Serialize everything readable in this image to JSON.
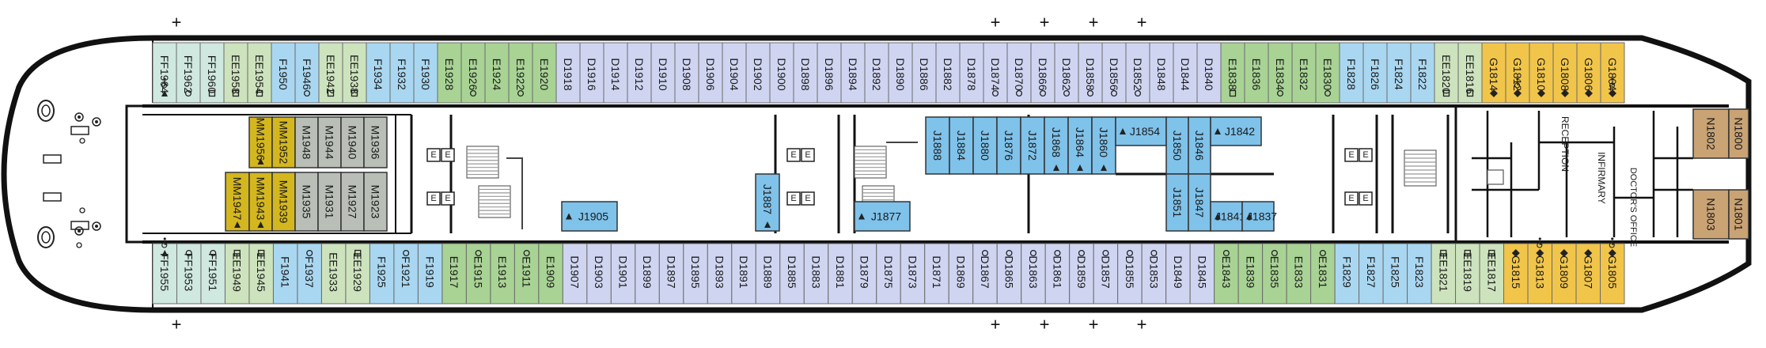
{
  "colors": {
    "hull": "#111111",
    "aqua": "#cfe8e0",
    "lightgreen": "#cde3bd",
    "green": "#a8d394",
    "lightblue": "#a9d7f1",
    "lavender": "#cfd5f1",
    "blue": "#7fc2ea",
    "gray": "#b9bfb7",
    "olive": "#d4b61f",
    "yellow": "#f1c54a",
    "tan": "#c9a374",
    "stair": "#bbbbbb"
  },
  "marker": "+",
  "top_row": [
    {
      "id": "FF1964",
      "c": "aqua",
      "ic": "tri+acc"
    },
    {
      "id": "FF1962",
      "c": "aqua",
      "ic": "circle"
    },
    {
      "id": "FF1960",
      "c": "aqua",
      "ic": "square"
    },
    {
      "id": "EE1958",
      "c": "lightgreen",
      "ic": "square"
    },
    {
      "id": "EE1954",
      "c": "lightgreen",
      "ic": "square"
    },
    {
      "id": "F1950",
      "c": "lightblue",
      "ic": ""
    },
    {
      "id": "F1946",
      "c": "lightblue",
      "ic": "circle"
    },
    {
      "id": "EE1942",
      "c": "lightgreen",
      "ic": "square"
    },
    {
      "id": "EE1938",
      "c": "lightgreen",
      "ic": "square"
    },
    {
      "id": "F1934",
      "c": "lightblue",
      "ic": ""
    },
    {
      "id": "F1932",
      "c": "lightblue",
      "ic": ""
    },
    {
      "id": "F1930",
      "c": "lightblue",
      "ic": ""
    },
    {
      "id": "E1928",
      "c": "green",
      "ic": ""
    },
    {
      "id": "E1926",
      "c": "green",
      "ic": "circle"
    },
    {
      "id": "E1924",
      "c": "green",
      "ic": ""
    },
    {
      "id": "E1922",
      "c": "green",
      "ic": "circle"
    },
    {
      "id": "E1920",
      "c": "green",
      "ic": ""
    },
    {
      "id": "D1918",
      "c": "lavender",
      "ic": ""
    },
    {
      "id": "D1916",
      "c": "lavender",
      "ic": ""
    },
    {
      "id": "D1914",
      "c": "lavender",
      "ic": ""
    },
    {
      "id": "D1912",
      "c": "lavender",
      "ic": ""
    },
    {
      "id": "D1910",
      "c": "lavender",
      "ic": ""
    },
    {
      "id": "D1908",
      "c": "lavender",
      "ic": ""
    },
    {
      "id": "D1906",
      "c": "lavender",
      "ic": ""
    },
    {
      "id": "D1904",
      "c": "lavender",
      "ic": ""
    },
    {
      "id": "D1902",
      "c": "lavender",
      "ic": ""
    },
    {
      "id": "D1900",
      "c": "lavender",
      "ic": ""
    },
    {
      "id": "D1898",
      "c": "lavender",
      "ic": ""
    },
    {
      "id": "D1896",
      "c": "lavender",
      "ic": ""
    },
    {
      "id": "D1894",
      "c": "lavender",
      "ic": ""
    },
    {
      "id": "D1892",
      "c": "lavender",
      "ic": ""
    },
    {
      "id": "D1890",
      "c": "lavender",
      "ic": ""
    },
    {
      "id": "D1886",
      "c": "lavender",
      "ic": ""
    },
    {
      "id": "D1882",
      "c": "lavender",
      "ic": ""
    },
    {
      "id": "D1878",
      "c": "lavender",
      "ic": ""
    },
    {
      "id": "D1874",
      "c": "lavender",
      "ic": "circle"
    },
    {
      "id": "D1870",
      "c": "lavender",
      "ic": "circle"
    },
    {
      "id": "D1866",
      "c": "lavender",
      "ic": "circle"
    },
    {
      "id": "D1862",
      "c": "lavender",
      "ic": "circle"
    },
    {
      "id": "D1858",
      "c": "lavender",
      "ic": "circle"
    },
    {
      "id": "D1856",
      "c": "lavender",
      "ic": "circle"
    },
    {
      "id": "D1852",
      "c": "lavender",
      "ic": "circle"
    },
    {
      "id": "D1848",
      "c": "lavender",
      "ic": ""
    },
    {
      "id": "D1844",
      "c": "lavender",
      "ic": ""
    },
    {
      "id": "D1840",
      "c": "lavender",
      "ic": ""
    },
    {
      "id": "E1838",
      "c": "green",
      "ic": "square"
    },
    {
      "id": "E1836",
      "c": "green",
      "ic": ""
    },
    {
      "id": "E1834",
      "c": "green",
      "ic": "circle"
    },
    {
      "id": "E1832",
      "c": "green",
      "ic": ""
    },
    {
      "id": "E1830",
      "c": "green",
      "ic": "circle"
    },
    {
      "id": "F1828",
      "c": "lightblue",
      "ic": ""
    },
    {
      "id": "F1826",
      "c": "lightblue",
      "ic": ""
    },
    {
      "id": "F1824",
      "c": "lightblue",
      "ic": ""
    },
    {
      "id": "F1822",
      "c": "lightblue",
      "ic": ""
    },
    {
      "id": "EE1820",
      "c": "lightgreen",
      "ic": "square"
    },
    {
      "id": "EE1816",
      "c": "lightgreen",
      "ic": "square"
    },
    {
      "id": "G1814",
      "c": "yellow",
      "ic": "diamond"
    },
    {
      "id": "G1812",
      "c": "yellow",
      "ic": "diamond+acc"
    },
    {
      "id": "G1810",
      "c": "yellow",
      "ic": "diamond"
    },
    {
      "id": "G1808",
      "c": "yellow",
      "ic": "diamond"
    },
    {
      "id": "G1806",
      "c": "yellow",
      "ic": "diamond"
    },
    {
      "id": "G1804",
      "c": "yellow",
      "ic": "diamond+acc"
    }
  ],
  "bottom_row": [
    {
      "id": "FF1955",
      "c": "aqua",
      "ic": "tri+acc"
    },
    {
      "id": "FF1953",
      "c": "aqua",
      "ic": "circle"
    },
    {
      "id": "FF1951",
      "c": "aqua",
      "ic": "circle"
    },
    {
      "id": "EE1949",
      "c": "lightgreen",
      "ic": "square"
    },
    {
      "id": "EE1945",
      "c": "lightgreen",
      "ic": "square"
    },
    {
      "id": "F1941",
      "c": "lightblue",
      "ic": ""
    },
    {
      "id": "F1937",
      "c": "lightblue",
      "ic": "circle"
    },
    {
      "id": "EE1933",
      "c": "lightgreen",
      "ic": ""
    },
    {
      "id": "EE1929",
      "c": "lightgreen",
      "ic": "square"
    },
    {
      "id": "F1925",
      "c": "lightblue",
      "ic": ""
    },
    {
      "id": "F1921",
      "c": "lightblue",
      "ic": "circle"
    },
    {
      "id": "F1919",
      "c": "lightblue",
      "ic": ""
    },
    {
      "id": "E1917",
      "c": "green",
      "ic": ""
    },
    {
      "id": "E1915",
      "c": "green",
      "ic": "circle"
    },
    {
      "id": "E1913",
      "c": "green",
      "ic": ""
    },
    {
      "id": "E1911",
      "c": "green",
      "ic": "circle"
    },
    {
      "id": "E1909",
      "c": "green",
      "ic": ""
    },
    {
      "id": "D1907",
      "c": "lavender",
      "ic": ""
    },
    {
      "id": "D1903",
      "c": "lavender",
      "ic": ""
    },
    {
      "id": "D1901",
      "c": "lavender",
      "ic": ""
    },
    {
      "id": "D1899",
      "c": "lavender",
      "ic": ""
    },
    {
      "id": "D1897",
      "c": "lavender",
      "ic": ""
    },
    {
      "id": "D1895",
      "c": "lavender",
      "ic": ""
    },
    {
      "id": "D1893",
      "c": "lavender",
      "ic": ""
    },
    {
      "id": "D1891",
      "c": "lavender",
      "ic": ""
    },
    {
      "id": "D1889",
      "c": "lavender",
      "ic": ""
    },
    {
      "id": "D1885",
      "c": "lavender",
      "ic": ""
    },
    {
      "id": "D1883",
      "c": "lavender",
      "ic": ""
    },
    {
      "id": "D1881",
      "c": "lavender",
      "ic": ""
    },
    {
      "id": "D1879",
      "c": "lavender",
      "ic": ""
    },
    {
      "id": "D1875",
      "c": "lavender",
      "ic": ""
    },
    {
      "id": "D1873",
      "c": "lavender",
      "ic": ""
    },
    {
      "id": "D1871",
      "c": "lavender",
      "ic": ""
    },
    {
      "id": "D1869",
      "c": "lavender",
      "ic": ""
    },
    {
      "id": "D1867",
      "c": "lavender",
      "ic": "circle"
    },
    {
      "id": "D1865",
      "c": "lavender",
      "ic": "circle"
    },
    {
      "id": "D1863",
      "c": "lavender",
      "ic": "circle"
    },
    {
      "id": "D1861",
      "c": "lavender",
      "ic": "circle"
    },
    {
      "id": "D1859",
      "c": "lavender",
      "ic": "circle"
    },
    {
      "id": "D1857",
      "c": "lavender",
      "ic": "circle"
    },
    {
      "id": "D1855",
      "c": "lavender",
      "ic": "circle"
    },
    {
      "id": "D1853",
      "c": "lavender",
      "ic": "circle"
    },
    {
      "id": "D1849",
      "c": "lavender",
      "ic": ""
    },
    {
      "id": "D1845",
      "c": "lavender",
      "ic": ""
    },
    {
      "id": "E1843",
      "c": "green",
      "ic": "circle"
    },
    {
      "id": "E1839",
      "c": "green",
      "ic": ""
    },
    {
      "id": "E1835",
      "c": "green",
      "ic": "circle"
    },
    {
      "id": "E1833",
      "c": "green",
      "ic": ""
    },
    {
      "id": "E1831",
      "c": "green",
      "ic": "circle"
    },
    {
      "id": "F1829",
      "c": "lightblue",
      "ic": ""
    },
    {
      "id": "F1827",
      "c": "lightblue",
      "ic": ""
    },
    {
      "id": "F1825",
      "c": "lightblue",
      "ic": ""
    },
    {
      "id": "F1823",
      "c": "lightblue",
      "ic": ""
    },
    {
      "id": "EE1821",
      "c": "lightgreen",
      "ic": "square"
    },
    {
      "id": "EE1819",
      "c": "lightgreen",
      "ic": "square"
    },
    {
      "id": "EE1817",
      "c": "lightgreen",
      "ic": "square"
    },
    {
      "id": "G1815",
      "c": "yellow",
      "ic": "diamond"
    },
    {
      "id": "G1813",
      "c": "yellow",
      "ic": "diamond+acc"
    },
    {
      "id": "G1809",
      "c": "yellow",
      "ic": "diamond"
    },
    {
      "id": "G1807",
      "c": "yellow",
      "ic": "diamond"
    },
    {
      "id": "G1805",
      "c": "yellow",
      "ic": "diamond+acc"
    }
  ],
  "inner_cabins": [
    {
      "id": "MM1956",
      "c": "olive",
      "ic": "tri"
    },
    {
      "id": "MM1952",
      "c": "olive",
      "ic": ""
    },
    {
      "id": "M1948",
      "c": "gray",
      "ic": ""
    },
    {
      "id": "M1944",
      "c": "gray",
      "ic": ""
    },
    {
      "id": "M1940",
      "c": "gray",
      "ic": ""
    },
    {
      "id": "M1936",
      "c": "gray",
      "ic": ""
    },
    {
      "id": "MM1947",
      "c": "olive",
      "ic": "tri"
    },
    {
      "id": "MM1943",
      "c": "olive",
      "ic": "tri"
    },
    {
      "id": "MM1939",
      "c": "olive",
      "ic": ""
    },
    {
      "id": "M1935",
      "c": "gray",
      "ic": ""
    },
    {
      "id": "M1931",
      "c": "gray",
      "ic": ""
    },
    {
      "id": "M1927",
      "c": "gray",
      "ic": ""
    },
    {
      "id": "M1923",
      "c": "gray",
      "ic": ""
    },
    {
      "id": "J1888",
      "c": "blue",
      "ic": ""
    },
    {
      "id": "J1884",
      "c": "blue",
      "ic": ""
    },
    {
      "id": "J1880",
      "c": "blue",
      "ic": ""
    },
    {
      "id": "J1876",
      "c": "blue",
      "ic": ""
    },
    {
      "id": "J1872",
      "c": "blue",
      "ic": ""
    },
    {
      "id": "J1868",
      "c": "blue",
      "ic": "tri"
    },
    {
      "id": "J1864",
      "c": "blue",
      "ic": "tri"
    },
    {
      "id": "J1860",
      "c": "blue",
      "ic": "tri"
    },
    {
      "id": "J1854",
      "c": "blue",
      "ic": "tri"
    },
    {
      "id": "J1850",
      "c": "blue",
      "ic": ""
    },
    {
      "id": "J1846",
      "c": "blue",
      "ic": ""
    },
    {
      "id": "J1842",
      "c": "blue",
      "ic": "tri"
    },
    {
      "id": "J1851",
      "c": "blue",
      "ic": ""
    },
    {
      "id": "J1847",
      "c": "blue",
      "ic": ""
    },
    {
      "id": "J1841",
      "c": "blue",
      "ic": "tri"
    },
    {
      "id": "J1837",
      "c": "blue",
      "ic": "tri"
    },
    {
      "id": "J1905",
      "c": "blue",
      "ic": "tri"
    },
    {
      "id": "J1887",
      "c": "blue",
      "ic": "tri"
    },
    {
      "id": "J1877",
      "c": "blue",
      "ic": "tri"
    },
    {
      "id": "N1802",
      "c": "tan",
      "ic": ""
    },
    {
      "id": "N1800",
      "c": "tan",
      "ic": ""
    },
    {
      "id": "N1803",
      "c": "tan",
      "ic": ""
    },
    {
      "id": "N1801",
      "c": "tan",
      "ic": ""
    }
  ],
  "elevator_label": "E",
  "areas": {
    "reception": "RECEPTION",
    "infirmary": "INFIRMARY",
    "doctors_office": "DOCTOR'S OFFICE"
  }
}
